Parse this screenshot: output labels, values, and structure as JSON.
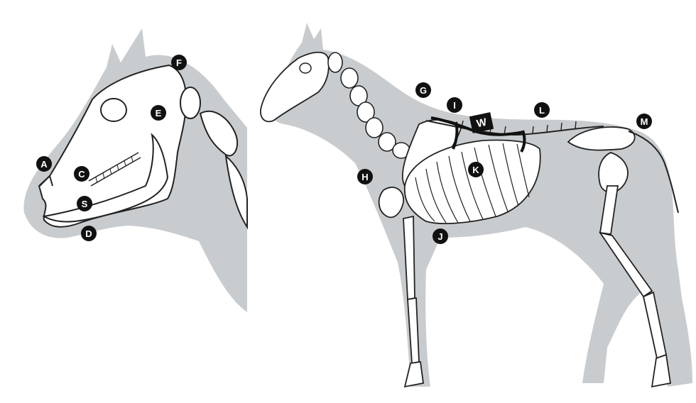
{
  "labels": {
    "a": "A",
    "c": "C",
    "s": "S",
    "d": "D",
    "e": "E",
    "f": "F",
    "g": "G",
    "h": "H",
    "i": "I",
    "j": "J",
    "k": "K",
    "l": "L",
    "m": "M",
    "w": "W"
  }
}
